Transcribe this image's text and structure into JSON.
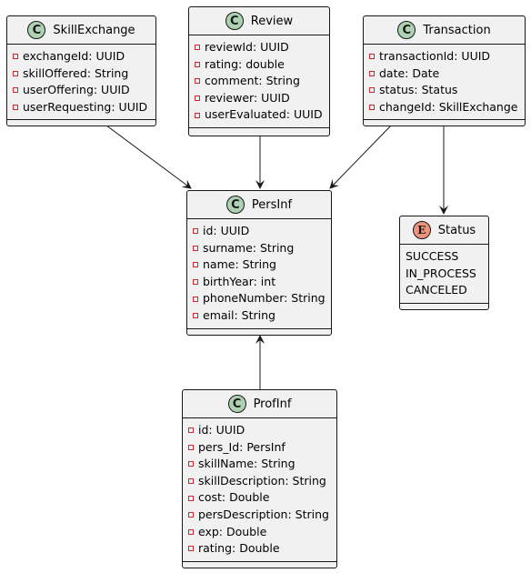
{
  "classes": {
    "skill_exchange": {
      "name": "SkillExchange",
      "stereotype": "C",
      "fields": [
        "exchangeId: UUID",
        "skillOffered: String",
        "userOffering: UUID",
        "userRequesting: UUID"
      ]
    },
    "review": {
      "name": "Review",
      "stereotype": "C",
      "fields": [
        "reviewId: UUID",
        "rating: double",
        "comment: String",
        "reviewer: UUID",
        "userEvaluated: UUID"
      ]
    },
    "transaction": {
      "name": "Transaction",
      "stereotype": "C",
      "fields": [
        "transactionId: UUID",
        "date: Date",
        "status: Status",
        "changeId: SkillExchange"
      ]
    },
    "pers_inf": {
      "name": "PersInf",
      "stereotype": "C",
      "fields": [
        "id: UUID",
        "surname: String",
        "name: String",
        "birthYear: int",
        "phoneNumber: String",
        "email: String"
      ]
    },
    "status": {
      "name": "Status",
      "stereotype": "E",
      "values": [
        "SUCCESS",
        "IN_PROCESS",
        "CANCELED"
      ]
    },
    "prof_inf": {
      "name": "ProfInf",
      "stereotype": "C",
      "fields": [
        "id: UUID",
        "pers_Id: PersInf",
        "skillName: String",
        "skillDescription: String",
        "cost: Double",
        "persDescription: String",
        "exp: Double",
        "rating: Double"
      ]
    }
  },
  "colors": {
    "class_badge": "#add1b2",
    "enum_badge": "#eb937f",
    "box_fill": "#f1f1f1",
    "border": "#181818",
    "visibility_marker": "#c82930"
  }
}
